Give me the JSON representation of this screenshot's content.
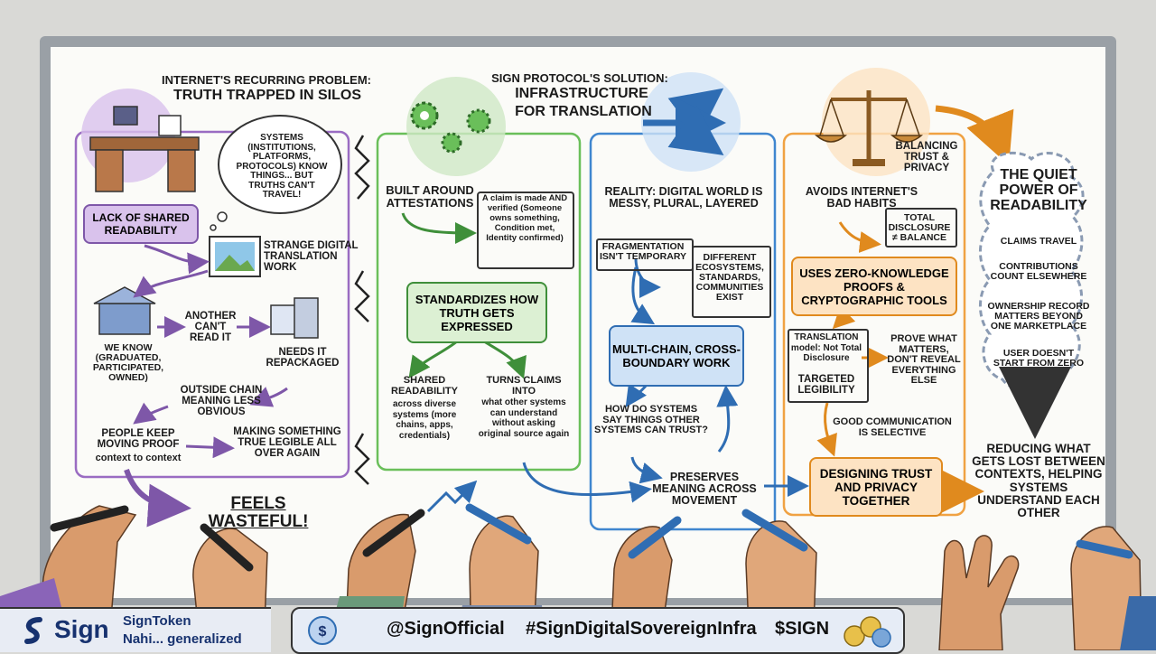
{
  "colors": {
    "purple": "#9a6cc2",
    "green": "#6abf5a",
    "blue": "#3f86cf",
    "orange": "#f0a243",
    "navy": "#17326f"
  },
  "col1": {
    "title_line1": "INTERNET'S RECURRING PROBLEM:",
    "title_line2": "TRUTH TRAPPED IN SILOS",
    "thought_bubble": "SYSTEMS (INSTITUTIONS, PLATFORMS, PROTOCOLS) KNOW THINGS... BUT TRUTHS CAN'T TRAVEL!",
    "lack_label": "LACK OF SHARED READABILITY",
    "strange_work": "STRANGE DIGITAL TRANSLATION WORK",
    "we_know": "WE KNOW (GRADUATED, PARTICIPATED, OWNED)",
    "another": "ANOTHER CAN'T READ IT",
    "needs": "NEEDS IT REPACKAGED",
    "outside": "OUTSIDE CHAIN MEANING LESS OBVIOUS",
    "people_keep": "PEOPLE KEEP MOVING PROOF",
    "context": "context to context",
    "making": "MAKING SOMETHING TRUE LEGIBLE ALL OVER AGAIN",
    "feels": "FEELS WASTEFUL!"
  },
  "col2": {
    "title_line1": "SIGN PROTOCOL'S SOLUTION:",
    "title_line2": "INFRASTRUCTURE",
    "title_line3": "FOR TRANSLATION",
    "built": "BUILT AROUND ATTESTATIONS",
    "claim": "A claim is made AND verified (Someone owns something, Condition met, Identity confirmed)",
    "standardizes": "STANDARDIZES HOW TRUTH GETS EXPRESSED",
    "shared_head": "SHARED READABILITY",
    "shared_body": "across diverse systems (more chains, apps, credentials)",
    "turns_head": "TURNS CLAIMS INTO",
    "turns_body": "what other systems can understand without asking original source again"
  },
  "col3": {
    "reality": "REALITY: DIGITAL WORLD IS MESSY, PLURAL, LAYERED",
    "fragmentation": "FRAGMENTATION ISN'T TEMPORARY",
    "different": "DIFFERENT ECOSYSTEMS, STANDARDS, COMMUNITIES EXIST",
    "multichain": "MULTI-CHAIN, CROSS-BOUNDARY WORK",
    "how": "HOW DO SYSTEMS SAY THINGS OTHER SYSTEMS CAN TRUST?",
    "preserves": "PRESERVES MEANING ACROSS MOVEMENT"
  },
  "col4": {
    "balancing": "BALANCING TRUST & PRIVACY",
    "avoids": "AVOIDS INTERNET'S BAD HABITS",
    "total": "TOTAL DISCLOSURE ≠ BALANCE",
    "uses_zk": "USES ZERO-KNOWLEDGE PROOFS & CRYPTOGRAPHIC TOOLS",
    "translation_model": "TRANSLATION model: Not Total Disclosure",
    "targeted": "TARGETED LEGIBILITY",
    "prove": "PROVE WHAT MATTERS, DON'T REVEAL EVERYTHING ELSE",
    "good": "GOOD COMMUNICATION IS SELECTIVE",
    "designing": "DESIGNING TRUST AND PRIVACY TOGETHER"
  },
  "col5": {
    "quiet": "THE QUIET POWER OF READABILITY",
    "items": [
      "CLAIMS TRAVEL",
      "CONTRIBUTIONS COUNT ELSEWHERE",
      "OWNERSHIP RECORD MATTERS BEYOND ONE MARKETPLACE",
      "USER DOESN'T START FROM ZERO"
    ],
    "reducing": "REDUCING WHAT GETS LOST BETWEEN CONTEXTS, HELPING SYSTEMS UNDERSTAND EACH OTHER"
  },
  "footer": {
    "brand": "Sign",
    "token_line1": "SignToken",
    "token_line2": "Nahi... generalized",
    "handle": "@SignOfficial",
    "hashtag": "#SignDigitalSovereignInfra",
    "ticker": "$SIGN"
  }
}
